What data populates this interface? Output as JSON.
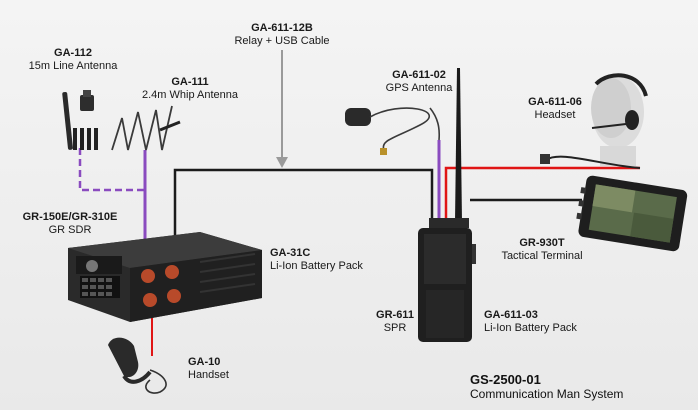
{
  "components": {
    "line_antenna": {
      "code": "GA-112",
      "desc": "15m Line Antenna"
    },
    "whip_antenna": {
      "code": "GA-111",
      "desc": "2.4m Whip Antenna"
    },
    "relay_cable": {
      "code": "GA-611-12B",
      "desc": "Relay + USB Cable"
    },
    "gps_antenna": {
      "code": "GA-611-02",
      "desc": "GPS Antenna"
    },
    "headset": {
      "code": "GA-611-06",
      "desc": "Headset"
    },
    "sdr": {
      "code": "GR-150E/GR-310E",
      "desc": "GR SDR"
    },
    "battery_31c": {
      "code": "GA-31C",
      "desc": "Li-Ion Battery Pack"
    },
    "terminal": {
      "code": "GR-930T",
      "desc": "Tactical Terminal"
    },
    "spr": {
      "code": "GR-611",
      "desc": "SPR"
    },
    "battery_611": {
      "code": "GA-611-03",
      "desc": "Li-Ion Battery Pack"
    },
    "handset": {
      "code": "GA-10",
      "desc": "Handset"
    }
  },
  "system": {
    "code": "GS-2500-01",
    "desc": "Communication Man System"
  },
  "colors": {
    "background": "#efefef",
    "cable_black": "#1b1b1b",
    "cable_red": "#e01515",
    "cable_purple": "#8a4bbf",
    "arrow_gray": "#9a9a9a"
  }
}
